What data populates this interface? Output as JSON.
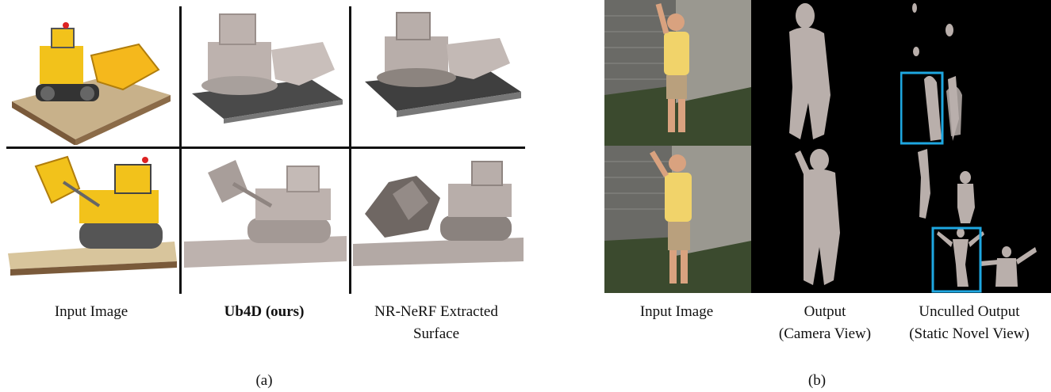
{
  "panel_a": {
    "label": "(a)",
    "captions": {
      "input": "Input Image",
      "ours": "Ub4D (ours)",
      "baseline_line1": "NR-NeRF Extracted",
      "baseline_line2": "Surface"
    }
  },
  "panel_b": {
    "label": "(b)",
    "captions": {
      "input": "Input Image",
      "output_line1": "Output",
      "output_line2": "(Camera View)",
      "unculled_line1": "Unculled Output",
      "unculled_line2": "(Static Novel View)"
    }
  },
  "colors": {
    "lego_yellow": "#f2c21b",
    "mesh_gray": "#bdb2ae",
    "highlight_box": "#1ea7e1",
    "render_background": "#000000"
  }
}
